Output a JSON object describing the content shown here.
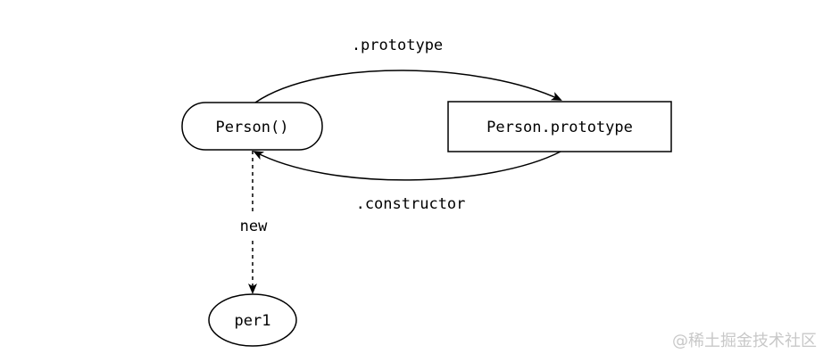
{
  "diagram": {
    "nodes": {
      "person_constructor": {
        "label": "Person()"
      },
      "person_prototype": {
        "label": "Person.prototype"
      },
      "per1_instance": {
        "label": "per1"
      }
    },
    "edges": {
      "prototype_edge": {
        "label": ".prototype"
      },
      "constructor_edge": {
        "label": ".constructor"
      },
      "new_edge": {
        "label": "new"
      }
    }
  },
  "watermark": {
    "text": "@稀土掘金技术社区"
  }
}
